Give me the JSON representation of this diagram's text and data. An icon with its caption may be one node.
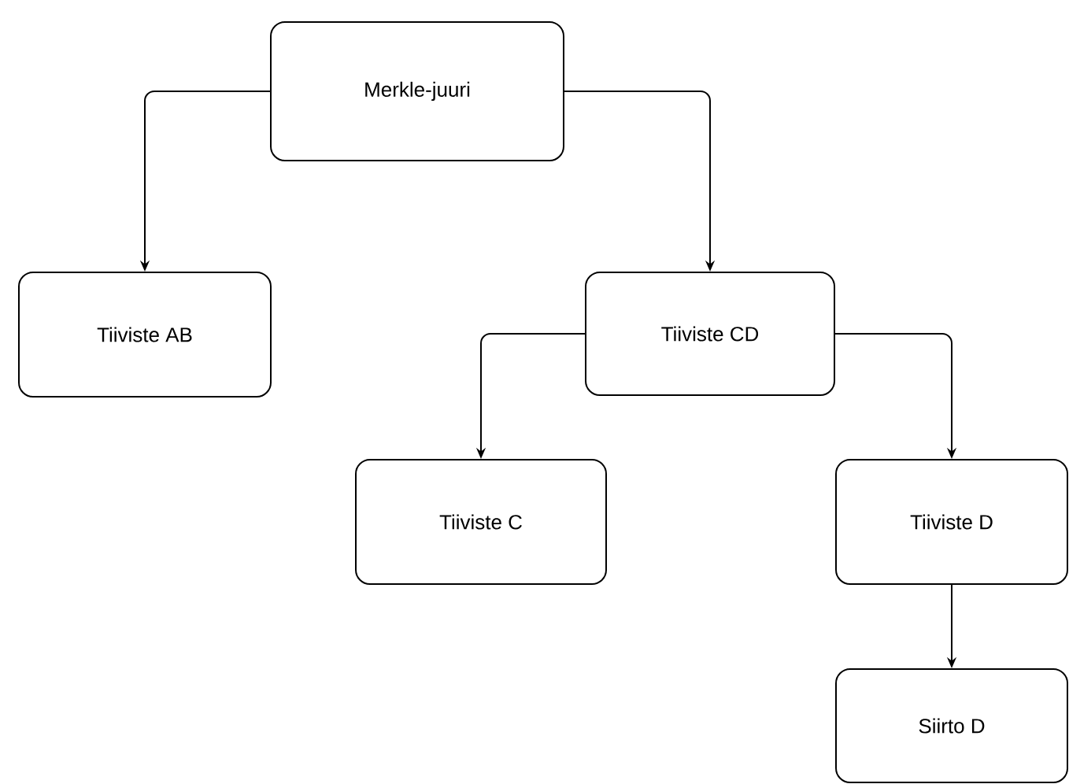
{
  "diagram": {
    "nodes": [
      {
        "text": [
          "Merkle-juuri"
        ]
      },
      {
        "text": [
          "Tiiviste AB"
        ]
      },
      {
        "text": [
          "Tiiviste CD"
        ]
      },
      {
        "text": [
          "Tiiviste C"
        ]
      },
      {
        "text": [
          "Tiiviste D"
        ]
      },
      {
        "text": [
          "Siirto D"
        ]
      }
    ],
    "edges": [
      {
        "from": 0,
        "to": 1,
        "arrow": "to"
      },
      {
        "from": 0,
        "to": 2,
        "arrow": "to"
      },
      {
        "from": 2,
        "to": 3,
        "arrow": "to"
      },
      {
        "from": 2,
        "to": 4,
        "arrow": "to"
      },
      {
        "from": 4,
        "to": 5,
        "arrow": "to"
      }
    ]
  }
}
